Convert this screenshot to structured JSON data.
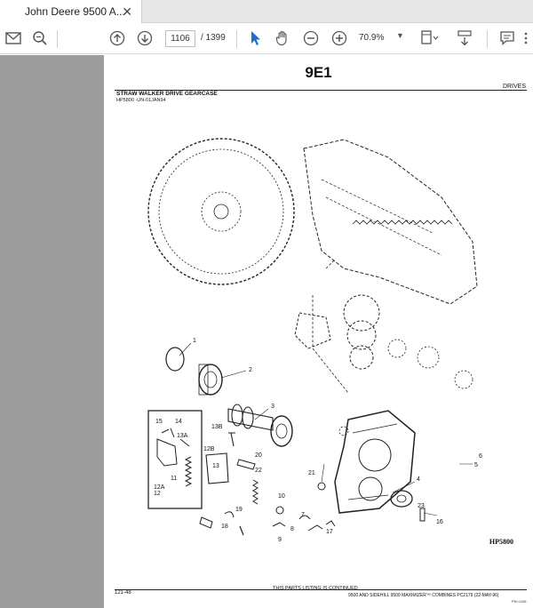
{
  "tab": {
    "title": "John Deere 9500 A...",
    "close": "✕"
  },
  "toolbar": {
    "current_page": "1106",
    "total_pages": "/ 1399",
    "zoom": "70.9%",
    "icons": [
      "mail-icon",
      "zoom-search-icon",
      "page-up-icon",
      "page-down-icon",
      "select-arrow-icon",
      "hand-icon",
      "zoom-out-icon",
      "zoom-in-icon",
      "fit-page-icon",
      "scroll-mode-icon",
      "comment-icon",
      "more-icon"
    ]
  },
  "document": {
    "page_code": "9E1",
    "section": "DRIVES",
    "title": "STRAW WALKER DRIVE GEARCASE",
    "subtitle": "HP5800          -UN-01JAN94",
    "drawing_code": "HP5800",
    "footer_left": "121-48",
    "footer_note": "THIS PARTS LISTING IS CONTINUED",
    "footer_right": "9500 AND SIDEHILL 9500 MAXIMIZER™ COMBINES   PC2179     (22-MAY-96)",
    "footer_small": "PN=1106",
    "callouts": [
      "1",
      "2",
      "3",
      "4",
      "5",
      "6",
      "7",
      "8",
      "9",
      "10",
      "11",
      "12",
      "12A",
      "12B",
      "13",
      "13A",
      "13B",
      "14",
      "15",
      "16",
      "17",
      "18",
      "19",
      "20",
      "21",
      "22",
      "23"
    ]
  }
}
